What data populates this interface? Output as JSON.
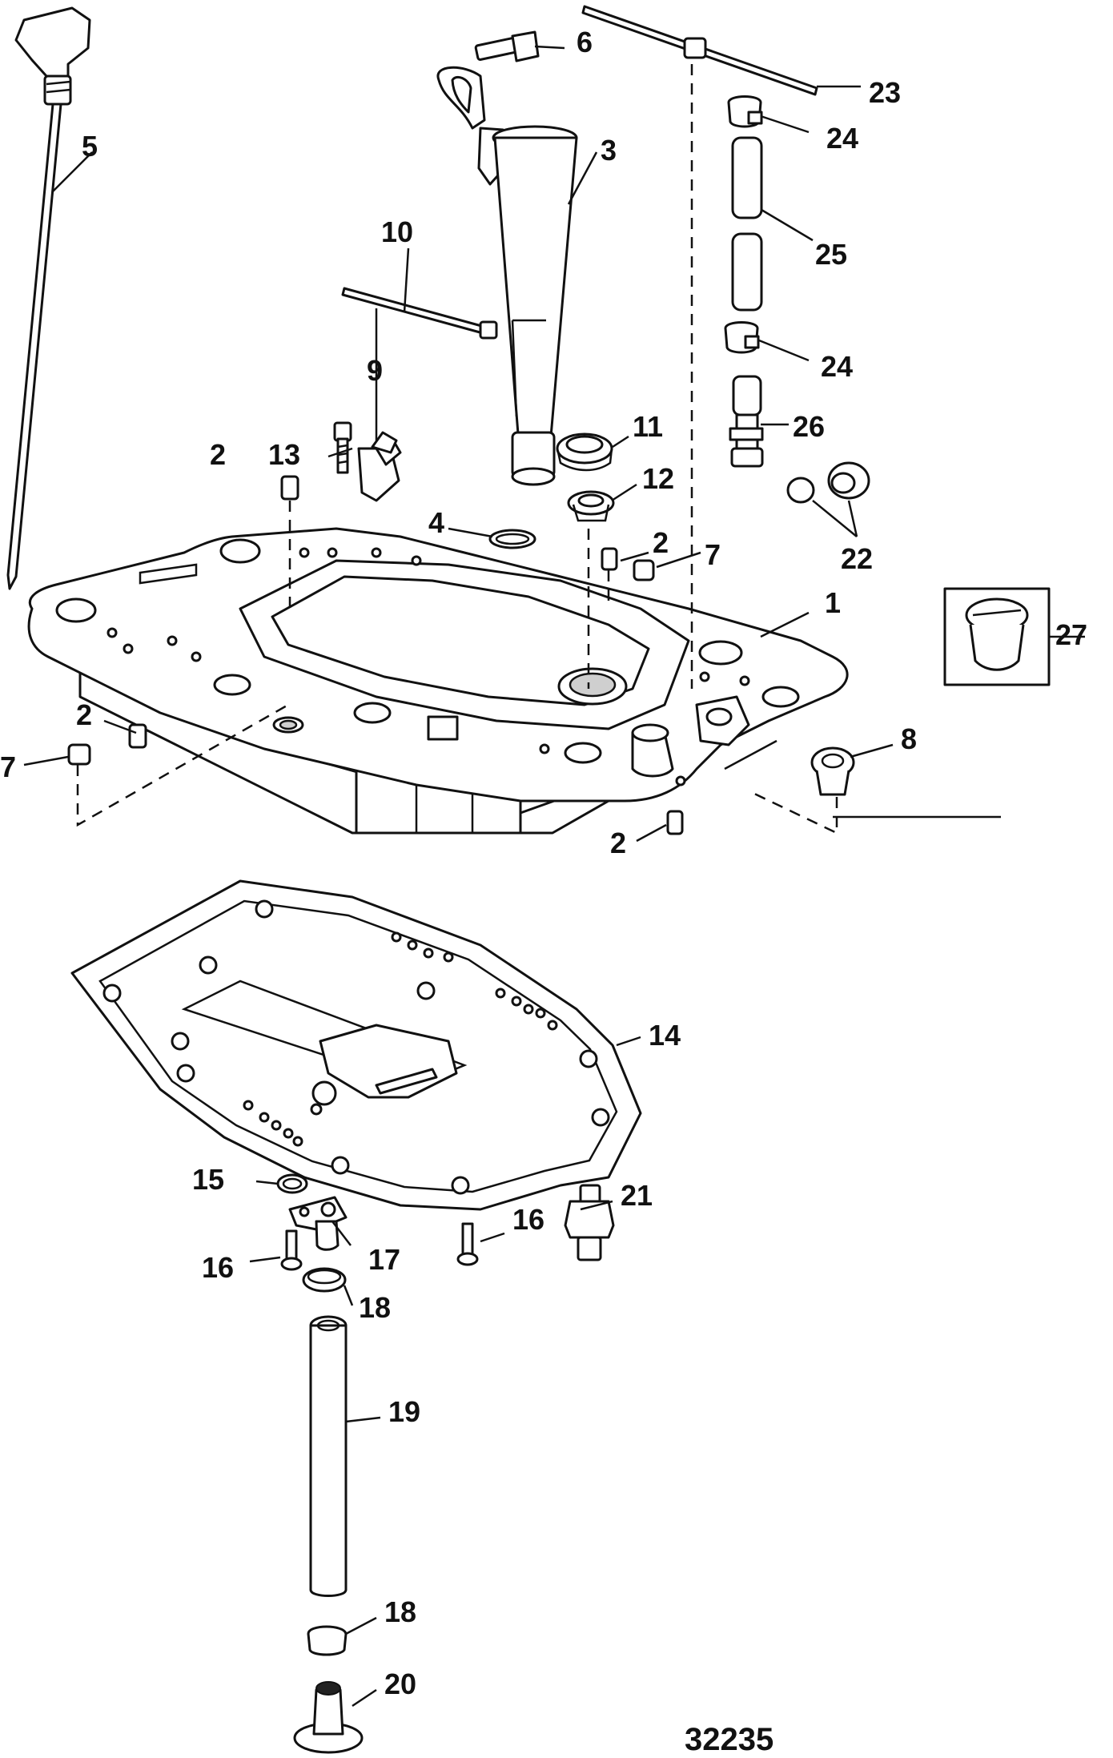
{
  "figure_number": "32235",
  "callouts": {
    "c1": "1",
    "c2a": "2",
    "c2b": "2",
    "c2c": "2",
    "c2d": "2",
    "c3": "3",
    "c4": "4",
    "c5": "5",
    "c6": "6",
    "c7a": "7",
    "c7b": "7",
    "c8": "8",
    "c9": "9",
    "c10": "10",
    "c11": "11",
    "c12": "12",
    "c13": "13",
    "c14": "14",
    "c15": "15",
    "c16a": "16",
    "c16b": "16",
    "c17": "17",
    "c18a": "18",
    "c18b": "18",
    "c19": "19",
    "c20": "20",
    "c21": "21",
    "c22": "22",
    "c23": "23",
    "c24a": "24",
    "c24b": "24",
    "c25": "25",
    "c26": "26",
    "c27": "27"
  }
}
